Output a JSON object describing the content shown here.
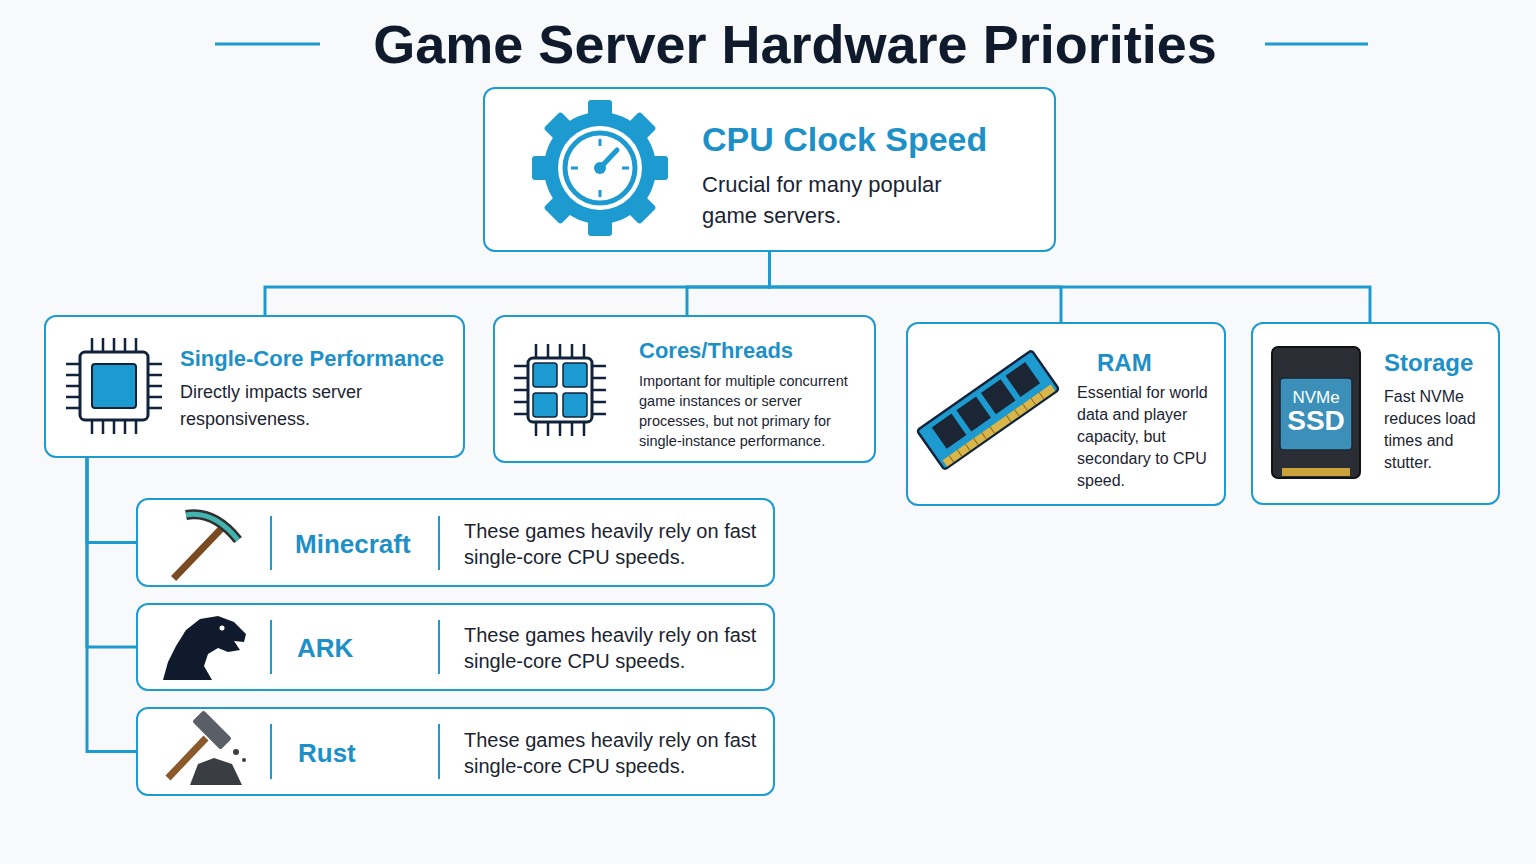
{
  "diagram": {
    "title": "Game Server Hardware Priorities",
    "nodes": [
      {
        "text": [
          "CPU Clock Speed",
          "Crucial for many popular game servers."
        ]
      },
      {
        "text": [
          "Single-Core Performance",
          "Directly impacts server responsiveness."
        ]
      },
      {
        "text": [
          "Cores/Threads",
          "Important for multiple concurrent game instances or server processes, but not primary for single-instance performance."
        ]
      },
      {
        "text": [
          "RAM",
          "Essential for world data and player capacity, but secondary to CPU speed."
        ]
      },
      {
        "text": [
          "Storage",
          "Fast NVMe reduces load times and stutter."
        ]
      },
      {
        "text": [
          "Minecraft",
          "These games heavily rely on fast single-core CPU speeds."
        ]
      },
      {
        "text": [
          "ARK",
          "These games heavily rely on fast single-core CPU speeds."
        ]
      },
      {
        "text": [
          "Rust",
          "These games heavily rely on fast single-core CPU speeds."
        ]
      }
    ],
    "edges": [
      {
        "from": 0,
        "to": 1,
        "arrow": "none"
      },
      {
        "from": 0,
        "to": 2,
        "arrow": "none"
      },
      {
        "from": 0,
        "to": 3,
        "arrow": "none"
      },
      {
        "from": 0,
        "to": 4,
        "arrow": "none"
      },
      {
        "from": 1,
        "to": 5,
        "arrow": "none"
      },
      {
        "from": 1,
        "to": 6,
        "arrow": "none"
      },
      {
        "from": 1,
        "to": 7,
        "arrow": "none"
      }
    ],
    "labels": [
      "NVMe",
      "SSD"
    ]
  }
}
